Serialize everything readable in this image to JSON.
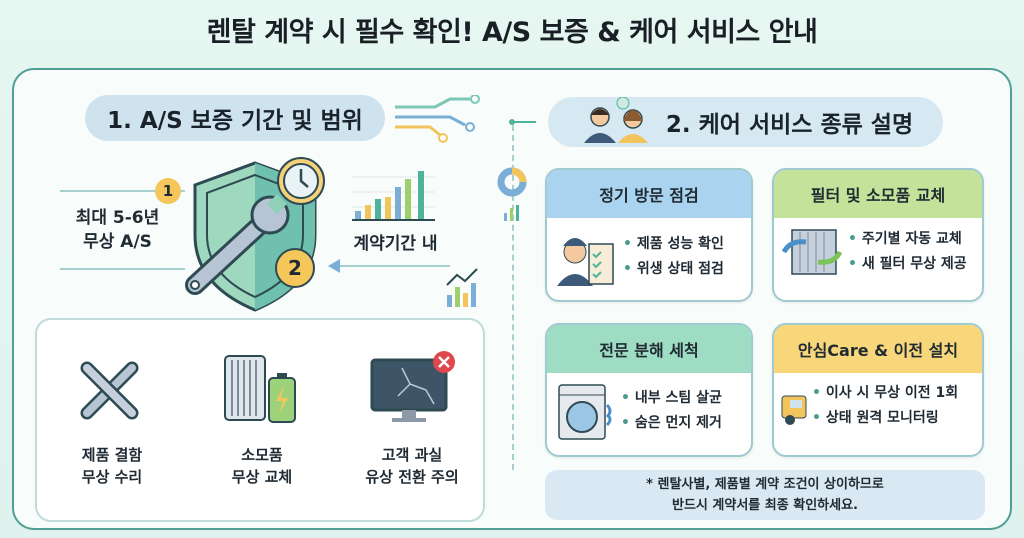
{
  "title": "렌탈 계약 시 필수 확인! A/S 보증 & 케어 서비스 안내",
  "section1": {
    "heading": "1. A/S 보증 기간 및 범위",
    "badge1": "1",
    "badge2": "2",
    "left_label": [
      "최대 5-6년",
      "무상 A/S"
    ],
    "right_label": "계약기간 내",
    "items": [
      {
        "icon": "wrench-icon",
        "label": [
          "제품 결함",
          "무상 수리"
        ]
      },
      {
        "icon": "filter-battery-icon",
        "label": [
          "소모품",
          "무상 교체"
        ]
      },
      {
        "icon": "broken-monitor-icon",
        "label": [
          "고객 과실",
          "유상 전환 주의"
        ]
      }
    ]
  },
  "section2": {
    "heading": "2. 케어 서비스 종류 설명",
    "cards": [
      {
        "title": "정기 방문 점검",
        "color": "#a9d3ee",
        "icon": "technician-icon",
        "bullets": [
          "제품 성능 확인",
          "위생 상태 점검"
        ]
      },
      {
        "title": "필터 및 소모품 교체",
        "color": "#c4e29a",
        "icon": "filter-swap-icon",
        "bullets": [
          "주기별 자동 교체",
          "새 필터 무상 제공"
        ]
      },
      {
        "title": "전문 분해 세척",
        "color": "#9fdcc4",
        "icon": "washing-machine-icon",
        "bullets": [
          "내부 스팀 살균",
          "숨은 먼지 제거"
        ]
      },
      {
        "title": "안심Care & 이전 설치",
        "color": "#f8d77a",
        "icon": "truck-icon",
        "bullets": [
          "이사 시 무상 이전 1회",
          "상태 원격 모니터링"
        ]
      }
    ],
    "note": [
      "* 렌탈사별, 제품별 계약 조건이 상이하므로",
      "반드시 계약서를 최종 확인하세요."
    ]
  }
}
